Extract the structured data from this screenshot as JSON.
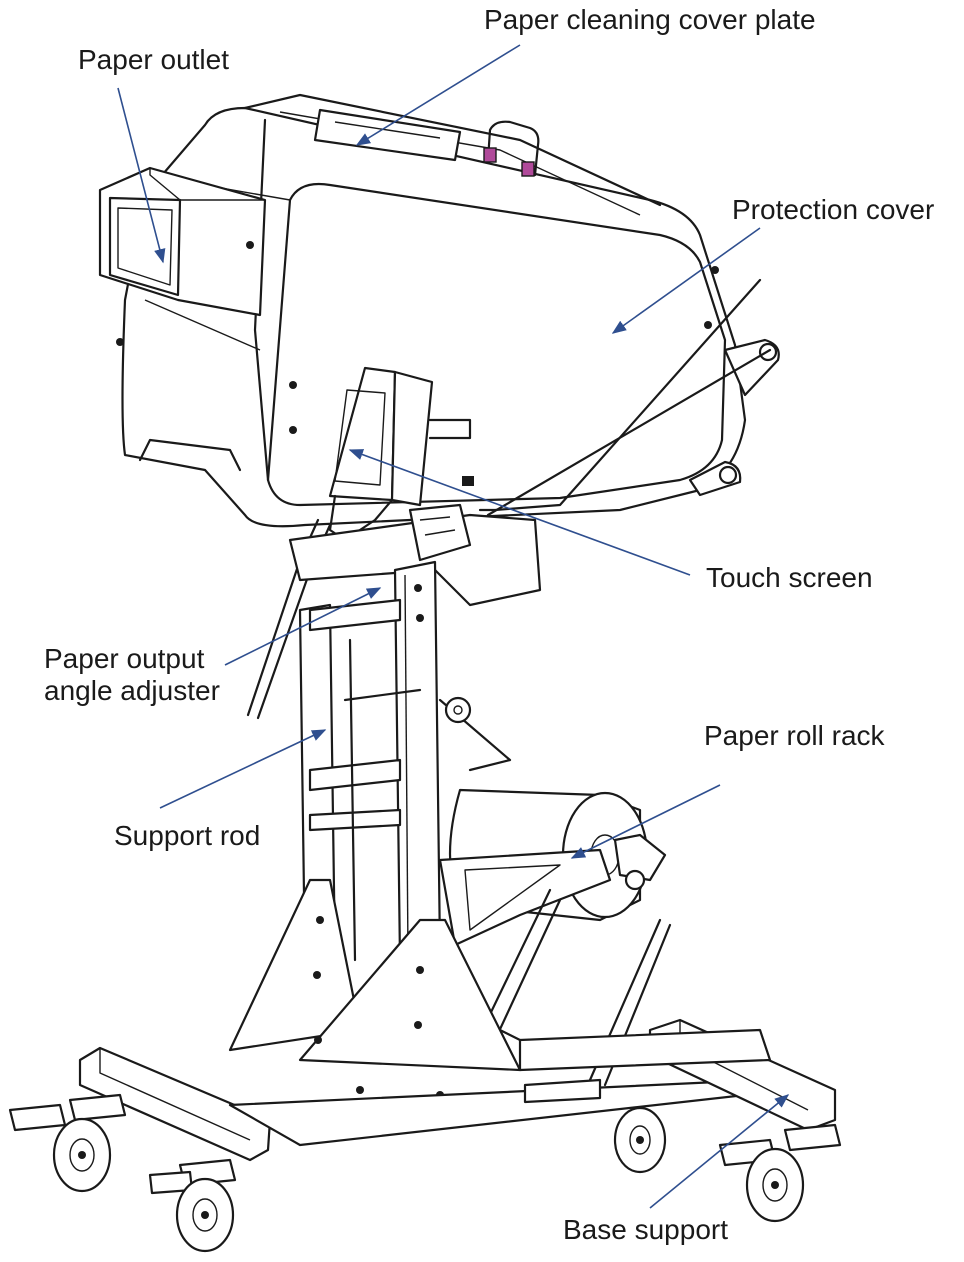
{
  "labels": {
    "paper_cleaning_cover_plate": "Paper cleaning cover plate",
    "paper_outlet": "Paper outlet",
    "protection_cover": "Protection cover",
    "touch_screen": "Touch screen",
    "paper_output_angle_adjuster_line1": "Paper output",
    "paper_output_angle_adjuster_line2": "angle adjuster",
    "paper_roll_rack": "Paper roll rack",
    "support_rod": "Support rod",
    "base_support": "Base support"
  },
  "colors": {
    "outline": "#1a1a1a",
    "leader_arrow": "#2f4f8f",
    "background": "#ffffff",
    "handle_accent": "#b04a9a"
  }
}
